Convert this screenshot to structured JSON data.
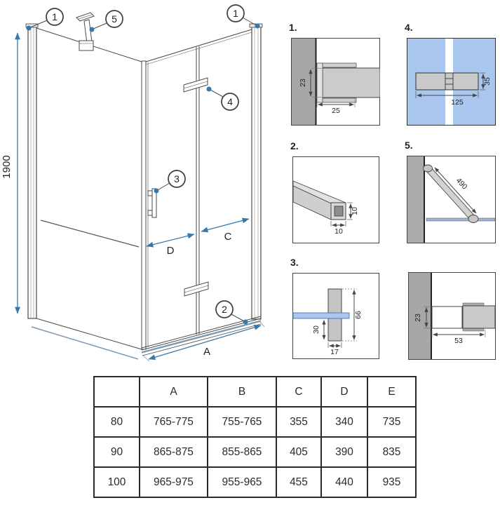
{
  "drawing": {
    "height_label": "1900",
    "width_label_d": "D",
    "width_label_c": "C",
    "width_label_a": "A",
    "callouts": {
      "left_wall_profile": "1",
      "right_wall_profile": "1",
      "bottom_seal": "2",
      "handle": "3",
      "fold_hinge": "4",
      "support_bar": "5"
    }
  },
  "details": {
    "d1": {
      "label": "1.",
      "dim_height": "23",
      "dim_depth": "25"
    },
    "d2": {
      "label": "2.",
      "dim_height": "10",
      "dim_width": "10"
    },
    "d3": {
      "label": "3.",
      "dim_offset": "30",
      "dim_total": "66",
      "dim_width": "17"
    },
    "d4": {
      "label": "4.",
      "dim_length": "125",
      "dim_height": "35"
    },
    "d5": {
      "label": "5.",
      "dim_length": "490"
    },
    "d6": {
      "label": "",
      "dim_height": "23",
      "dim_depth": "53"
    }
  },
  "size_table": {
    "headers": [
      "",
      "A",
      "B",
      "C",
      "D",
      "E"
    ],
    "rows": [
      {
        "size": "80",
        "values": [
          "765-775",
          "755-765",
          "355",
          "340",
          "735"
        ]
      },
      {
        "size": "90",
        "values": [
          "865-875",
          "855-865",
          "405",
          "390",
          "835"
        ]
      },
      {
        "size": "100",
        "values": [
          "965-975",
          "955-965",
          "455",
          "440",
          "935"
        ]
      }
    ]
  },
  "colors": {
    "accent_blue": "#3878a8",
    "glass_blue": "#a8c6ee",
    "wall_gray": "#a7a7a7",
    "profile_gray": "#c9c9c9",
    "line_dark": "#3d3d3d"
  }
}
